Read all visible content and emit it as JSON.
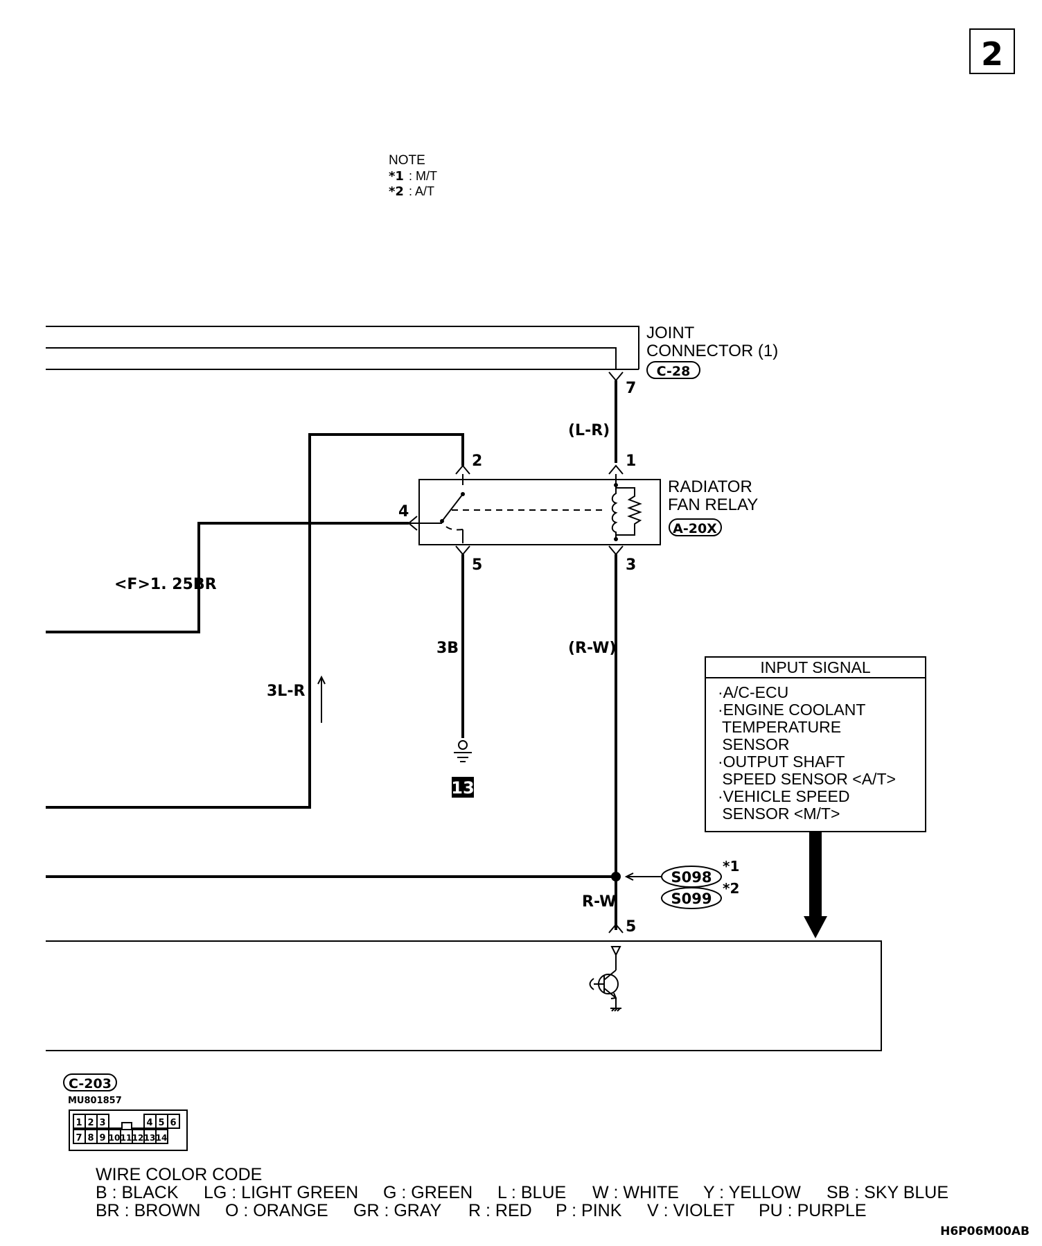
{
  "page_number": "2",
  "note": {
    "title": "NOTE",
    "items": [
      {
        "marker": "*1",
        "text": ": M/T"
      },
      {
        "marker": "*2",
        "text": ": A/T"
      }
    ]
  },
  "joint_connector": {
    "name_line1": "JOINT",
    "name_line2": "CONNECTOR (1)",
    "connector_id": "C-28",
    "pin": "7"
  },
  "relay": {
    "name_line1": "RADIATOR",
    "name_line2": "FAN RELAY",
    "connector_id": "A-20X",
    "pins": {
      "p1": "1",
      "p2": "2",
      "p3": "3",
      "p4": "4",
      "p5": "5"
    }
  },
  "wires": {
    "l_r": "(L-R)",
    "f_125br": "<F>1. 25BR",
    "b3": "3B",
    "r_w_paren": "(R-W)",
    "l_r3": "3L-R",
    "r_w": "R-W"
  },
  "ground_id": "13",
  "splices": {
    "s098": "S098",
    "s098_mark": "*1",
    "s099": "S099",
    "s099_mark": "*2"
  },
  "ecu_pin": "5",
  "input_signal": {
    "title": "INPUT SIGNAL",
    "lines": [
      "·A/C-ECU",
      "·ENGINE COOLANT",
      " TEMPERATURE",
      " SENSOR",
      "·OUTPUT SHAFT",
      " SPEED SENSOR <A/T>",
      "·VEHICLE SPEED",
      " SENSOR <M/T>"
    ]
  },
  "c203": {
    "connector_id": "C-203",
    "part_number": "MU801857",
    "row1": [
      "1",
      "2",
      "3",
      "",
      "4",
      "5",
      "6"
    ],
    "row2": [
      "7",
      "8",
      "9",
      "10",
      "11",
      "12",
      "13",
      "14"
    ]
  },
  "wire_color_code": {
    "title": "WIRE COLOR CODE",
    "row1": [
      "B : BLACK",
      "LG : LIGHT GREEN",
      "G : GREEN",
      "L : BLUE",
      "W : WHITE",
      "Y : YELLOW",
      "SB : SKY BLUE"
    ],
    "row2": [
      "BR : BROWN",
      "O : ORANGE",
      "GR : GRAY",
      "R : RED",
      "P : PINK",
      "V : VIOLET",
      "PU : PURPLE"
    ]
  },
  "diagram_code": "H6P06M00AB"
}
